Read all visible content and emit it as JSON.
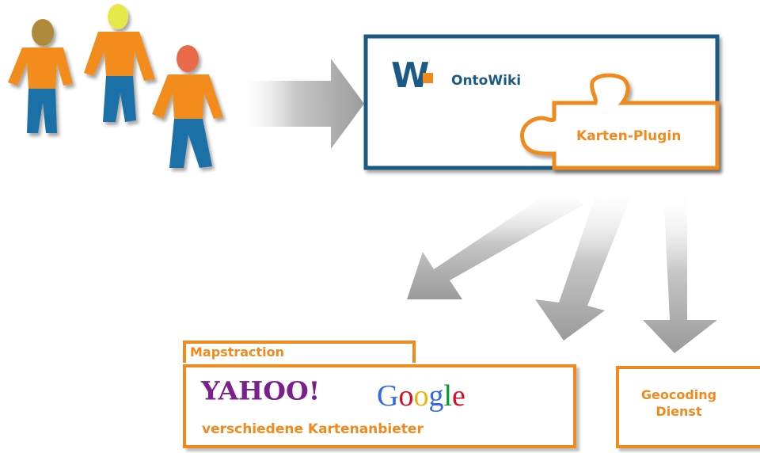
{
  "ontowiki": {
    "logo_letter": "W",
    "title": "OntoWiki",
    "plugin_label": "Karten-Plugin"
  },
  "mapstraction": {
    "tab_label": "Mapstraction",
    "providers": {
      "yahoo": "YAHOO!",
      "google": "Google",
      "osm_icon": "openstreetmap-magnifier-icon"
    },
    "subtitle": "verschiedene Kartenanbieter"
  },
  "geocoding": {
    "line1": "Geocoding",
    "line2": "Dienst"
  },
  "colors": {
    "orange": "#f08a1c",
    "navy": "#1c5a86",
    "person_shirt": "#f28c1e",
    "person_pants": "#1e6fa8",
    "arrow_gray": "#a6a6a6"
  },
  "icons": [
    "user-group-icon",
    "flow-arrow",
    "puzzle-piece-icon"
  ]
}
